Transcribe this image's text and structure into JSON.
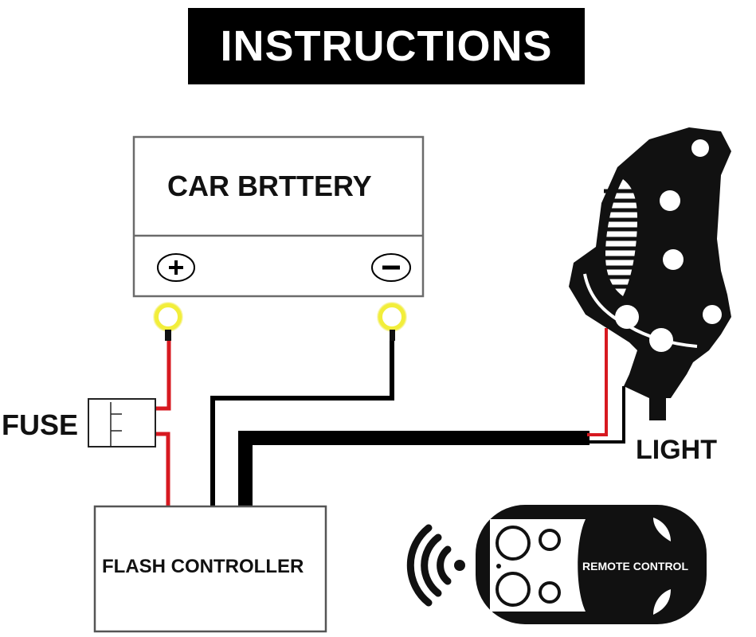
{
  "title": "INSTRUCTIONS",
  "components": {
    "battery": {
      "label": "CAR BRTTERY",
      "positive_symbol": "+",
      "negative_symbol": "−"
    },
    "fuse": {
      "label": "FUSE"
    },
    "controller": {
      "label": "FLASH CONTROLLER"
    },
    "light": {
      "label": "LIGHT"
    },
    "remote": {
      "label": "REMOTE CONTROL",
      "signal_icon": "wireless-signal-icon"
    }
  },
  "wires": [
    {
      "from": "battery-positive",
      "to": "fuse",
      "color": "#d71920"
    },
    {
      "from": "fuse",
      "to": "flash-controller",
      "color": "#d71920"
    },
    {
      "from": "battery-negative",
      "to": "flash-controller",
      "color": "#000000"
    },
    {
      "from": "flash-controller",
      "to": "light",
      "color": "#000000",
      "inner_wires": [
        "#d71920",
        "#000000"
      ]
    }
  ],
  "colors": {
    "positive_wire": "#d71920",
    "negative_wire": "#000000",
    "terminal_ring": "#f2ee3a",
    "title_bg": "#000000",
    "title_text": "#ffffff"
  }
}
